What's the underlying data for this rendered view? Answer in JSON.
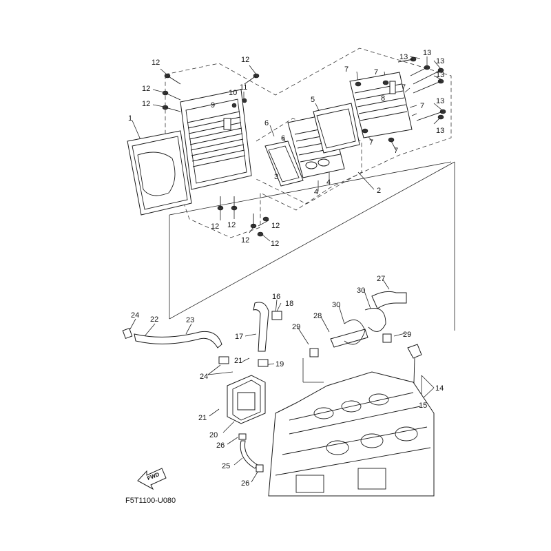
{
  "diagram": {
    "drawing_code": "F5T1100-U080",
    "fwd_label": "FWD",
    "callouts": [
      "1",
      "2",
      "3",
      "4",
      "4",
      "5",
      "6",
      "6",
      "7",
      "7",
      "7",
      "7",
      "7",
      "7",
      "8",
      "9",
      "10",
      "11",
      "12",
      "12",
      "12",
      "12",
      "12",
      "12",
      "12",
      "12",
      "12",
      "13",
      "13",
      "13",
      "13",
      "13",
      "13",
      "14",
      "15",
      "16",
      "17",
      "18",
      "19",
      "20",
      "21",
      "21",
      "22",
      "23",
      "24",
      "24",
      "25",
      "26",
      "26",
      "27",
      "28",
      "29",
      "29",
      "30",
      "30"
    ]
  }
}
